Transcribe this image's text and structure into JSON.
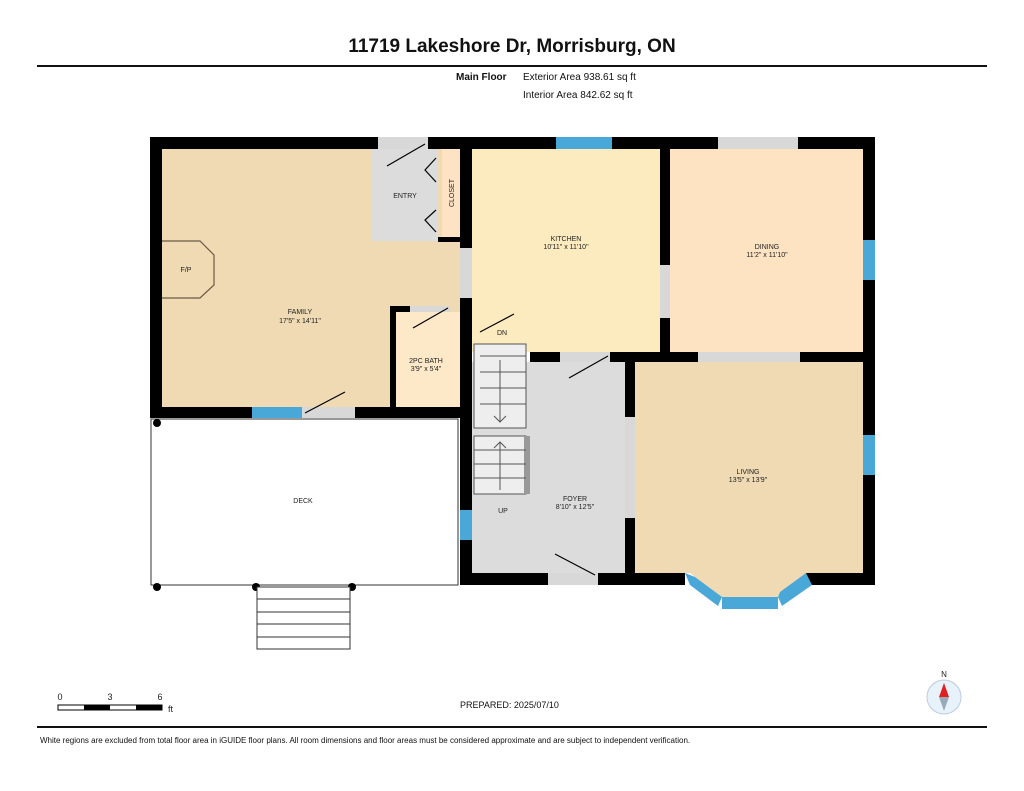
{
  "title": "11719 Lakeshore Dr, Morrisburg, ON",
  "floor": {
    "name": "Main Floor",
    "exterior": "Exterior Area 938.61 sq ft",
    "interior": "Interior Area 842.62 sq ft"
  },
  "rooms": {
    "family": {
      "name": "FAMILY",
      "dims": "17'5\" x 14'11\""
    },
    "fp": {
      "name": "F/P"
    },
    "entry": {
      "name": "ENTRY"
    },
    "closet": {
      "name": "CLOSET"
    },
    "bath": {
      "name": "2PC BATH",
      "dims": "3'9\" x 5'4\""
    },
    "kitchen": {
      "name": "KITCHEN",
      "dims": "10'11\" x 11'10\""
    },
    "dining": {
      "name": "DINING",
      "dims": "11'2\" x 11'10\""
    },
    "living": {
      "name": "LIVING",
      "dims": "13'5\" x 13'9\""
    },
    "foyer": {
      "name": "FOYER",
      "dims": "8'10\" x 12'5\""
    },
    "deck": {
      "name": "DECK"
    },
    "dn": "DN",
    "up": "UP"
  },
  "scale": {
    "t0": "0",
    "t3": "3",
    "t6": "6",
    "unit": "ft"
  },
  "compass": "N",
  "prepared": "PREPARED: 2025/07/10",
  "disclaimer": "White regions are excluded from total floor area in iGUIDE floor plans. All room dimensions and floor areas must be considered approximate and are subject to independent verification."
}
